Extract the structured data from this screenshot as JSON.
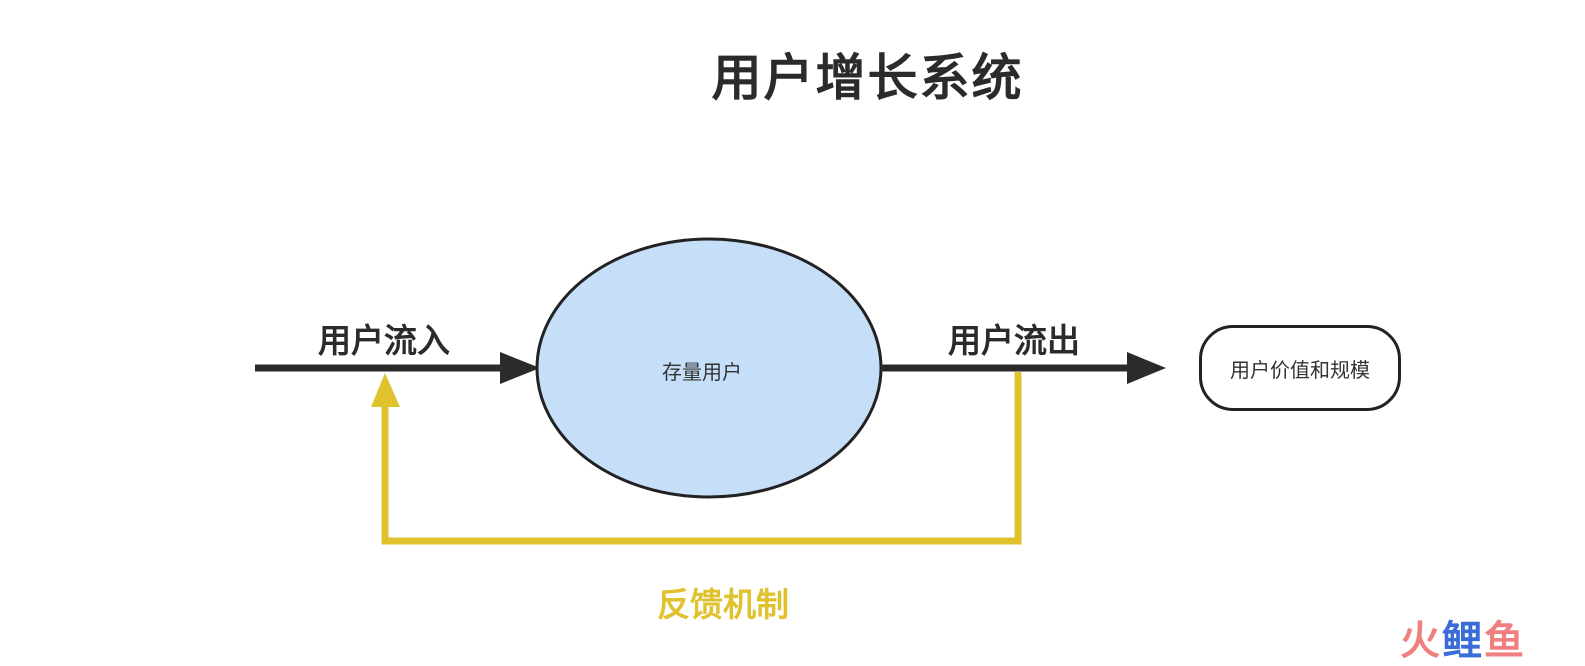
{
  "title": "用户增长系统",
  "nodes": {
    "stock_users": "存量用户",
    "value_scale": "用户价值和规模"
  },
  "edges": {
    "inflow": "用户流入",
    "outflow": "用户流出",
    "feedback": "反馈机制"
  },
  "watermark": {
    "part1": "火",
    "part2": "鲤",
    "part3": "鱼"
  },
  "colors": {
    "stock_fill": "#c5dff8",
    "arrow": "#2b2b2b",
    "feedback": "#e0c12e"
  }
}
